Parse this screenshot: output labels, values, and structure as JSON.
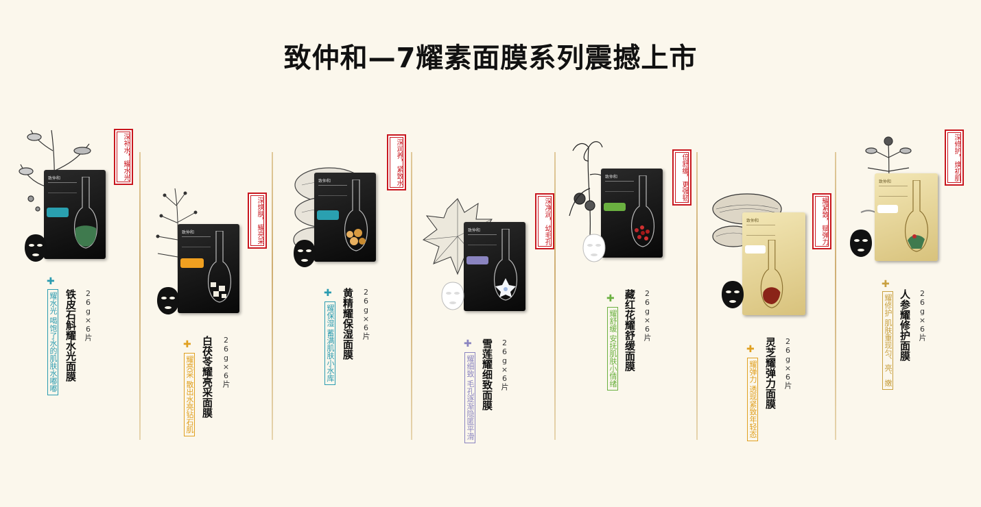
{
  "title": "致仲和—7耀素面膜系列震撼上市",
  "products": [
    {
      "stamp": "深补水，耀水光",
      "name": "铁皮石斛耀水光面膜",
      "spec": "26g×6片",
      "tag": "耀水光  喝饱了水的肌肤水嘟嘟",
      "color": "#2a9bb0",
      "pack": "dark"
    },
    {
      "stamp": "深焕肤，耀亮采",
      "name": "白茯苓耀亮采面膜",
      "spec": "26g×6片",
      "tag": "耀亮采  散出水亮钻石肌",
      "color": "#e0a020",
      "pack": "dark"
    },
    {
      "stamp": "深润养，紧致水",
      "name": "黄精耀保湿面膜",
      "spec": "26g×6片",
      "tag": "耀保湿  蓄满肌肤小水库",
      "color": "#2a9bb0",
      "pack": "dark"
    },
    {
      "stamp": "深净润，幼毛孔",
      "name": "雪莲耀细致面膜",
      "spec": "26g×6片",
      "tag": "耀细致  毛孔逐渐隐匿平滑",
      "color": "#8a84c0",
      "pack": "dark"
    },
    {
      "stamp": "倍舒缓，更强韧",
      "name": "藏红花耀舒缓面膜",
      "spec": "26g×6片",
      "tag": "耀舒缓  安抚肌肤小情绪",
      "color": "#6ab040",
      "pack": "dark"
    },
    {
      "stamp": "耀紧致，赋弹力",
      "name": "灵芝耀弹力面膜",
      "spec": "26g×6片",
      "tag": "耀弹力  透现紧致年轻态",
      "color": "#e0a020",
      "pack": "gold"
    },
    {
      "stamp": "深修护，焕初肌",
      "name": "人参耀修护面膜",
      "spec": "26g×6片",
      "tag": "耀修护  肌肤重现匀、亮、嫩",
      "color": "#c8a040",
      "pack": "gold"
    }
  ],
  "colors": {
    "background": "#fbf7ec",
    "stamp": "#c8161e",
    "divider": "#cfae72"
  }
}
